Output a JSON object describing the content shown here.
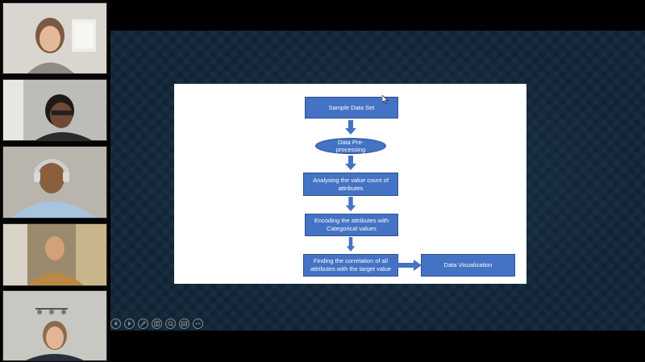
{
  "slide": {
    "boxes": {
      "sample": "Sample Data Set",
      "preprocessing": "Data Pre-processing",
      "value_count": "Analysing the value count of attributes",
      "encoding": "Encoding the attributes with Categorical values",
      "correlation": "Finding the correlation of all attributes with the target value",
      "visualization": "Data Visualization"
    }
  },
  "controls": [
    {
      "icon": "previous-icon"
    },
    {
      "icon": "next-icon"
    },
    {
      "icon": "pen-icon"
    },
    {
      "icon": "slides-icon"
    },
    {
      "icon": "zoom-icon"
    },
    {
      "icon": "subtitles-icon"
    },
    {
      "icon": "more-options-icon"
    }
  ],
  "colors": {
    "shape_fill": "#4472c4",
    "shape_border": "#2f528f",
    "stage_bg": "#0f2334"
  }
}
